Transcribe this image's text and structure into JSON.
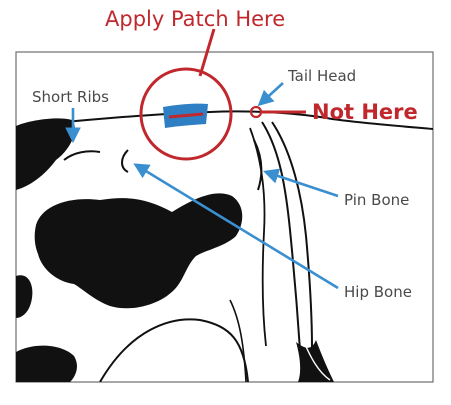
{
  "labels": {
    "apply_patch": "Apply Patch Here",
    "not_here": "Not Here",
    "tail_head": "Tail Head",
    "short_ribs": "Short Ribs",
    "pin_bone": "Pin Bone",
    "hip_bone": "Hip Bone"
  },
  "colors": {
    "accent_red": "#c0282d",
    "arrow_blue": "#3a8fd0",
    "patch_blue": "#2f7fc4",
    "label_gray": "#4a4a4a",
    "outline_black": "#111111"
  },
  "icons": {
    "patch": "patch-icon",
    "not_here_marker": "circle-marker-icon"
  }
}
